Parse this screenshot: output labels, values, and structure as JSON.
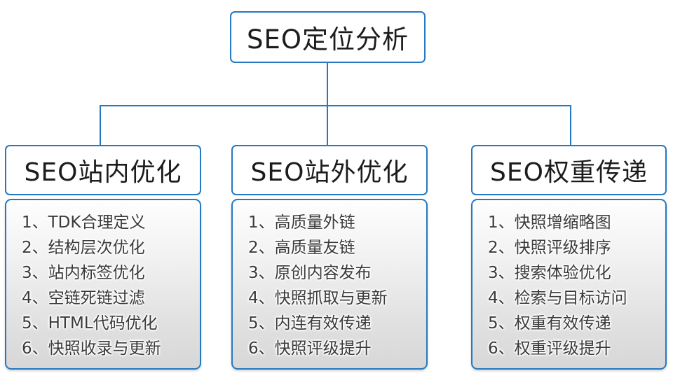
{
  "diagram": {
    "root": {
      "label": "SEO定位分析"
    },
    "branches": [
      {
        "header": "SEO站内优化",
        "items": [
          "1、TDK合理定义",
          "2、结构层次优化",
          "3、站内标签优化",
          "4、空链死链过滤",
          "5、HTML代码优化",
          "6、快照收录与更新"
        ]
      },
      {
        "header": "SEO站外优化",
        "items": [
          "1、高质量外链",
          "2、高质量友链",
          "3、原创内容发布",
          "4、快照抓取与更新",
          "5、内连有效传递",
          "6、快照评级提升"
        ]
      },
      {
        "header": "SEO权重传递",
        "items": [
          "1、快照增缩略图",
          "2、快照评级排序",
          "3、搜索体验优化",
          "4、检索与目标访问",
          "5、权重有效传递",
          "6、权重评级提升"
        ]
      }
    ],
    "colors": {
      "accent_blue": "#2479c2",
      "header_text": "#1c1c1c",
      "list_text": "#3a3a3a",
      "body_gradient_top": "#fefefe",
      "body_gradient_bottom": "#d7d7d7"
    }
  }
}
